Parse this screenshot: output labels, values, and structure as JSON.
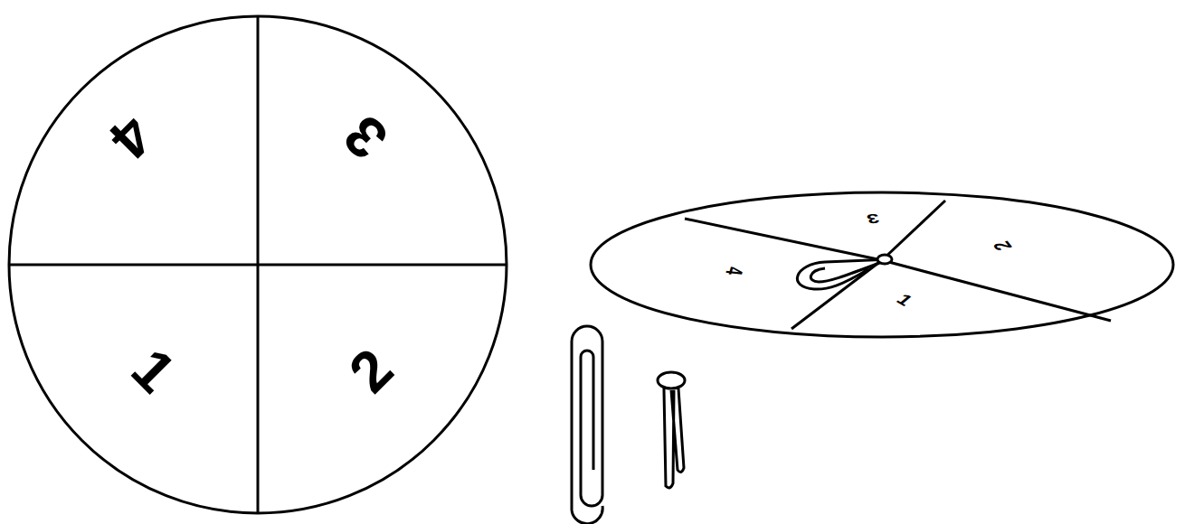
{
  "diagram": {
    "labels": [
      "4",
      "3",
      "1",
      "2",
      "3",
      "2",
      "4",
      "1"
    ]
  }
}
